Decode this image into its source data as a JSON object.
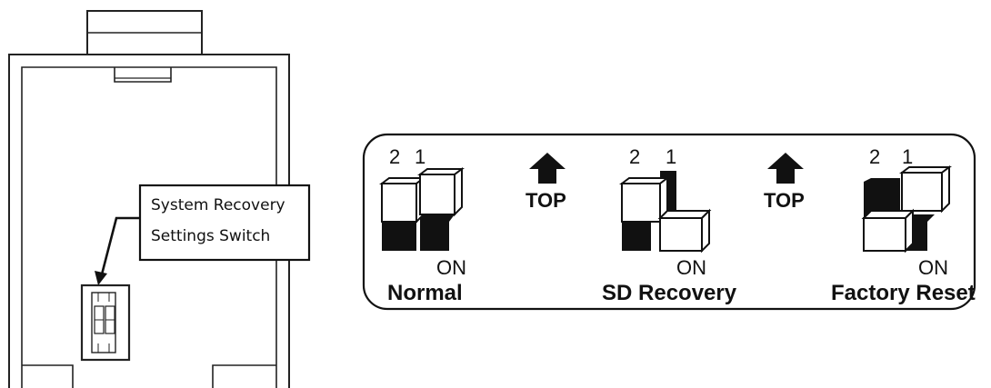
{
  "callout": {
    "line1": "System Recovery",
    "line2": "Settings Switch"
  },
  "panel": {
    "top_label": "TOP",
    "on_label": "ON",
    "switch_numbers": [
      "2",
      "1"
    ],
    "modes": [
      {
        "name": "Normal",
        "switch2": "off",
        "switch1": "off"
      },
      {
        "name": "SD Recovery",
        "switch2": "off",
        "switch1": "on"
      },
      {
        "name": "Factory Reset",
        "switch2": "on",
        "switch1": "off"
      }
    ]
  },
  "colors": {
    "line": "#111111",
    "fill": "#ffffff",
    "dark": "#111111"
  }
}
